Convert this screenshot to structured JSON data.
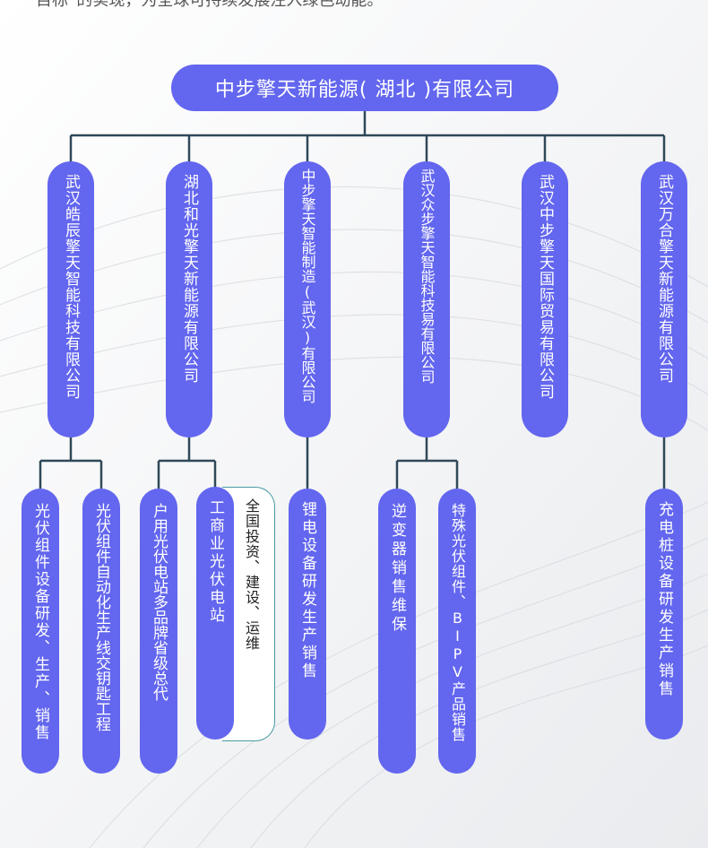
{
  "intro_text": "目标”的实现，为全球可持续发展注入绿色动能。",
  "root": "中步擎天新能源( 湖北 )有限公司",
  "companies": [
    "武汉皓辰擎天智能科技有限公司",
    "湖北和光擎天新能源有限公司",
    "中步擎天智能制造(武汉)有限公司",
    "武汉众步擎天智能科技易有限公司",
    "武汉中步擎天国际贸易有限公司",
    "武汉万合擎天新能源有限公司"
  ],
  "businesses": [
    "光伏组件设备研发、生产、销售",
    "光伏组件自动化生产线交钥匙工程",
    "户用光伏电站多品牌省级总代",
    "工商业光伏电站",
    "锂电设备研发生产销售",
    "逆变器销售维保",
    "特殊光伏组件、BIPV产品销售",
    "充电桩设备研发生产销售"
  ],
  "note": "全国投资、建设、运维",
  "colors": {
    "pill": "#6366ee",
    "line": "#2f4858",
    "note_border": "#4a9aa3"
  }
}
